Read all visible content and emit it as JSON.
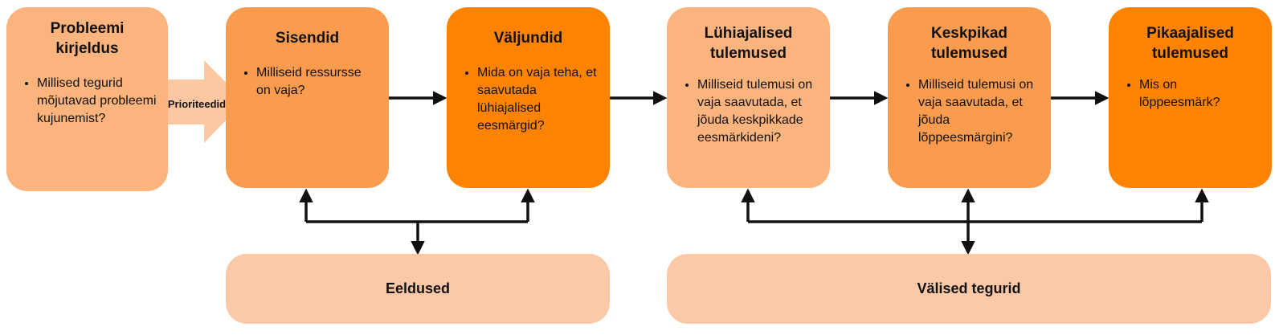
{
  "colors": {
    "light": "#fbc9a7",
    "mid": "#fbb47d",
    "strong": "#f99c4f",
    "orange": "#fe8300",
    "priority_arrow": "#fcc8a2",
    "line": "#111111"
  },
  "boxes": {
    "problem": {
      "title": "Probleemi kirjeldus",
      "item": "Millised tegurid mõjutavad probleemi kujunemist?"
    },
    "inputs": {
      "title": "Sisendid",
      "item": "Milliseid ressursse on vaja?"
    },
    "outputs": {
      "title": "Väljundid",
      "item": "Mida on vaja teha, et saavutada lühiajalised eesmärgid?"
    },
    "short_term": {
      "title": "Lühiajalised tulemused",
      "item": "Milliseid tulemusi on vaja saavutada, et jõuda keskpikkade eesmärkideni?"
    },
    "mid_term": {
      "title": "Keskpikad tulemused",
      "item": "Milliseid tulemusi on vaja saavutada, et jõuda lõppeesmärgini?"
    },
    "long_term": {
      "title": "Pikaajalised tulemused",
      "item": "Mis on lõppeesmärk?"
    }
  },
  "priority_label": "Prioriteedid",
  "bottom": {
    "assumptions": "Eeldused",
    "external_factors": "Välised tegurid"
  }
}
